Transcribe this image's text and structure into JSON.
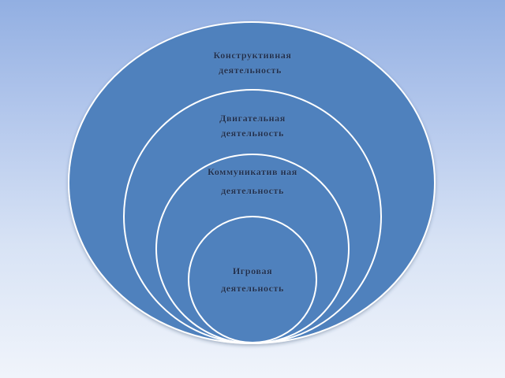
{
  "diagram": {
    "layers": [
      {
        "title": "Конструктивная",
        "subtitle": "деятельность"
      },
      {
        "title": "Двигательная",
        "subtitle": "деятельность"
      },
      {
        "title": "Коммуникатив ная",
        "subtitle": "деятельность"
      },
      {
        "title": "Игровая",
        "subtitle": "деятельность"
      }
    ],
    "colors": {
      "fill": "#4f81bd",
      "stroke": "#ffffff"
    }
  }
}
